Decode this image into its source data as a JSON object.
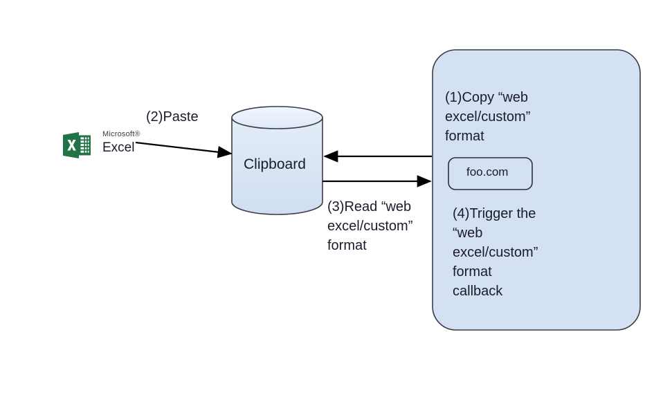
{
  "diagram": {
    "title": "Web custom clipboard format flow",
    "background_color": "#ffffff",
    "shape_fill": "#d4e1f2",
    "shape_stroke": "#3b3b47",
    "excel_green": "#217346"
  },
  "excel_node": {
    "icon_name": "microsoft-excel-icon",
    "brand": "Microsoft®",
    "name": "Excel"
  },
  "clipboard_node": {
    "label": "Clipboard",
    "shape": "cylinder"
  },
  "browser_node": {
    "shape": "rounded-rectangle",
    "copy_step": "(1)Copy “web\nexcel/custom”\nformat",
    "site_box_label": "foo.com",
    "trigger_step": "(4)Trigger the\n“web\nexcel/custom”\nformat\ncallback"
  },
  "edges": {
    "paste_label": "(2)Paste",
    "read_label": "(3)Read “web\nexcel/custom”\nformat",
    "paste_arrow_name": "excel-to-clipboard-arrow",
    "copy_arrow_name": "browser-to-clipboard-arrow",
    "read_arrow_name": "clipboard-to-browser-arrow"
  }
}
